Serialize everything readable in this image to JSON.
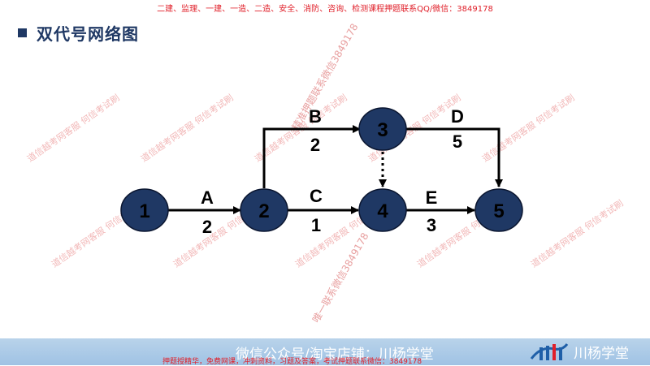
{
  "header": {
    "top_banner": "二建、监理、一建、一造、二造、安全、消防、咨询、检测课程押题联系QQ/微信：3849178",
    "title": "双代号网络图"
  },
  "watermark": {
    "repeat_text": "道信越考网客服  何信考试刷",
    "diag_top": "精准押题联系微信3849178",
    "diag_bottom": "唯一联系微信3849178"
  },
  "diagram": {
    "nodes": [
      {
        "id": "1",
        "label": "1"
      },
      {
        "id": "2",
        "label": "2"
      },
      {
        "id": "3",
        "label": "3"
      },
      {
        "id": "4",
        "label": "4"
      },
      {
        "id": "5",
        "label": "5"
      }
    ],
    "activities": [
      {
        "name": "A",
        "from": "1",
        "to": "2",
        "duration": "2"
      },
      {
        "name": "B",
        "from": "2",
        "to": "3",
        "duration": "2"
      },
      {
        "name": "C",
        "from": "2",
        "to": "4",
        "duration": "1"
      },
      {
        "name": "D",
        "from": "3",
        "to": "5",
        "duration": "5"
      },
      {
        "name": "E",
        "from": "4",
        "to": "5",
        "duration": "3"
      }
    ],
    "dummy": {
      "from": "3",
      "to": "4"
    },
    "colors": {
      "node_fill": "#1f3864",
      "node_stroke": "#0b1630",
      "arrow": "#000000"
    }
  },
  "footer": {
    "main_text": "微信公众号/淘宝店铺：川杨学堂",
    "red_text": "押题授精华，免费网课，冲刺资料，习题及答案，考试押题联系微信：3849178",
    "logo_text": "川杨学堂"
  }
}
